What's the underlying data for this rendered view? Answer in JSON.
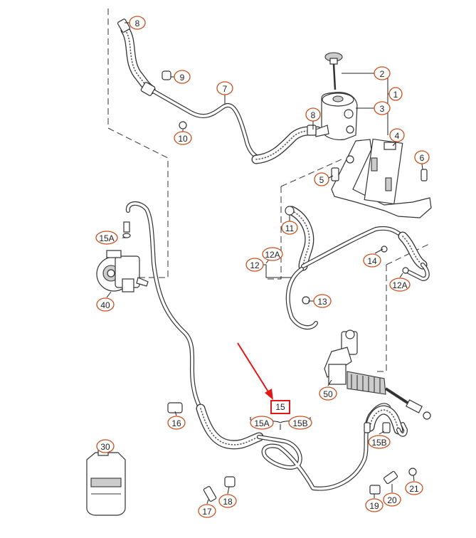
{
  "colors": {
    "callout_border": "#c8501e",
    "highlight_box": "#e01818",
    "line": "#333333"
  },
  "callouts": {
    "c1": "1",
    "c2": "2",
    "c3": "3",
    "c4": "4",
    "c5": "5",
    "c6": "6",
    "c7": "7",
    "c8_top": "8",
    "c8_mid": "8",
    "c9": "9",
    "c10": "10",
    "c11": "11",
    "c12": "12",
    "c12A_left": "12A",
    "c12A_right": "12A",
    "c13": "13",
    "c14": "14",
    "c15": "15",
    "c15A_left": "15A",
    "c15A_bottom": "15A",
    "c15B_bottom": "15B",
    "c15B_right": "15B",
    "c16": "16",
    "c17": "17",
    "c18": "18",
    "c19": "19",
    "c20": "20",
    "c21": "21",
    "c30": "30",
    "c40": "40",
    "c50": "50"
  },
  "highlighted_part": "15"
}
